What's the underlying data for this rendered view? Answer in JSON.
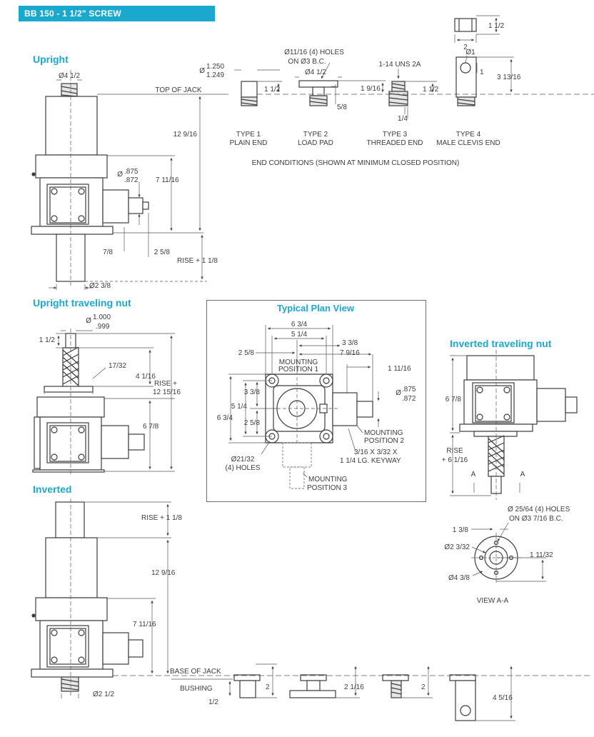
{
  "header": {
    "title": "BB 150 - 1 1/2\" SCREW"
  },
  "sections": {
    "upright": "Upright",
    "upright_traveling_nut": "Upright traveling nut",
    "inverted": "Inverted",
    "inverted_traveling_nut": "Inverted traveling nut",
    "typical_plan_view": "Typical Plan View"
  },
  "upright": {
    "screw_dia": "Ø4 1/2",
    "top_of_jack": "TOP OF JACK",
    "height": "12 9/16",
    "shaft_dia_prefix": "Ø",
    "shaft_dia_top": ".875",
    "shaft_dia_bottom": ".872",
    "box_height": "7 11/16",
    "dim_7_8": "7/8",
    "dim_2_5_8": "2 5/8",
    "rise": "RISE + 1 1/8",
    "tube_dia": "Ø2 3/8"
  },
  "end_conditions": {
    "plain_dia_prefix": "Ø",
    "plain_dia_top": "1.250",
    "plain_dia_bottom": "1.249",
    "plain_height": "1 1/2",
    "loadpad_holes": "Ø11/16 (4) HOLES",
    "loadpad_bc": "ON Ø3 B.C.",
    "loadpad_dia": "Ø4 1/2",
    "loadpad_height": "1 9/16",
    "loadpad_thickness": "5/8",
    "thread_spec": "1-14 UNS 2A",
    "thread_height": "1 1/2",
    "thread_dim": "1/4",
    "clevis_height": "1 1/2",
    "clevis_width": "2",
    "clevis_pin": "Ø1",
    "clevis_len": "3 13/16",
    "types": [
      {
        "line1": "TYPE 1",
        "line2": "PLAIN END"
      },
      {
        "line1": "TYPE 2",
        "line2": "LOAD PAD"
      },
      {
        "line1": "TYPE 3",
        "line2": "THREADED END"
      },
      {
        "line1": "TYPE 4",
        "line2": "MALE CLEVIS END"
      }
    ],
    "caption": "END CONDITIONS (SHOWN AT MINIMUM CLOSED POSITION)"
  },
  "upright_traveling_nut": {
    "dia_prefix": "Ø",
    "dia_top": "1.000",
    "dia_bottom": ".999",
    "dim_1_1_2": "1 1/2",
    "dim_17_32": "17/32",
    "dim_4_1_16": "4 1/16",
    "rise_line1": "RISE +",
    "rise_line2": "12 15/16",
    "dim_6_7_8": "6 7/8"
  },
  "plan_view": {
    "dim_6_3_4": "6 3/4",
    "dim_5_1_4": "5 1/4",
    "dim_3_3_8": "3 3/8",
    "dim_2_5_8": "2 5/8",
    "dim_7_9_16": "7 9/16",
    "dim_1_11_16": "1 11/16",
    "mp1_line1": "MOUNTING",
    "mp1_line2": "POSITION 1",
    "left_3_3_8": "3 3/8",
    "left_5_1_4": "5 1/4",
    "left_6_3_4": "6 3/4",
    "left_2_5_8": "2 5/8",
    "shaft_dia_prefix": "Ø",
    "shaft_dia_top": ".875",
    "shaft_dia_bottom": ".872",
    "mp2_line1": "MOUNTING",
    "mp2_line2": "POSITION 2",
    "holes_line1": "Ø21/32",
    "holes_line2": "(4) HOLES",
    "keyway_line1": "3/16 X 3/32 X",
    "keyway_line2": "1 1/4 LG. KEYWAY",
    "mp3_line1": "MOUNTING",
    "mp3_line2": "POSITION 3"
  },
  "inverted_traveling_nut": {
    "dim_6_7_8": "6 7/8",
    "rise_line1": "RISE",
    "rise_line2": "+ 6 1/16",
    "section_a_left": "A",
    "section_a_right": "A"
  },
  "view_aa": {
    "holes_line1": "Ø 25/64 (4) HOLES",
    "holes_line2": "ON Ø3 7/16 B.C.",
    "dim_1_3_8": "1 3/8",
    "dia_2_3_32": "Ø2 3/32",
    "dim_1_11_32": "1 11/32",
    "dia_4_3_8": "Ø4 3/8",
    "label": "VIEW   A-A"
  },
  "inverted": {
    "rise": "RISE + 1 1/8",
    "height": "12 9/16",
    "box_height": "7 11/16",
    "base_of_jack": "BASE OF JACK",
    "bushing": "BUSHING",
    "dim_1_2": "1/2",
    "tube_dia": "Ø2 1/2",
    "plain_len": "2",
    "loadpad_len": "2 1/16",
    "thread_len": "2",
    "clevis_len": "4 5/16"
  }
}
